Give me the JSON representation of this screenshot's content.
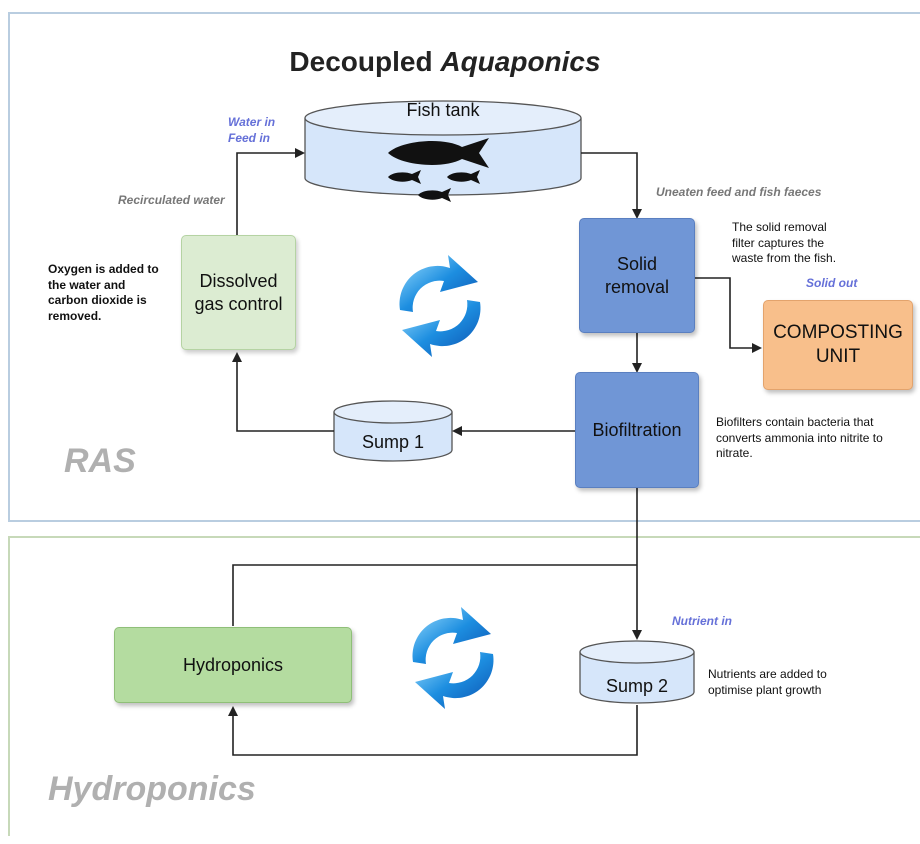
{
  "title": {
    "prefix": "Decoupled ",
    "emphasis": "Aquaponics"
  },
  "sections": {
    "ras": "RAS",
    "hydroponics": "Hydroponics"
  },
  "nodes": {
    "fish_tank": "Fish tank",
    "solid_removal": "Solid\nremoval",
    "biofiltration": "Biofiltration",
    "composting_unit": "COMPOSTING\nUNIT",
    "dissolved_gas": "Dissolved\ngas control",
    "sump1": "Sump 1",
    "hydroponics": "Hydroponics",
    "sump2": "Sump 2"
  },
  "labels": {
    "water_in": "Water in",
    "feed_in": "Feed in",
    "recirculated_water": "Recirculated water",
    "uneaten_feed": "Uneaten feed and fish faeces",
    "solid_out": "Solid out",
    "nutrient_in": "Nutrient in"
  },
  "notes": {
    "oxygen": "Oxygen is added to\nthe water and\ncarbon dioxide is\nremoved.",
    "solid_filter": "The solid removal\nfilter captures the\nwaste from the fish.",
    "biofilters": "Biofilters contain bacteria that\nconverts ammonia into nitrite to\nnitrate.",
    "nutrients": "Nutrients are added to\noptimise plant growth"
  },
  "colors": {
    "blue_box": "#7096d6",
    "green_box": "#b4dca0",
    "light_green_box": "#dcecd2",
    "orange_box": "#f8bf8b",
    "cylinder": "#d6e6fa",
    "accent_label": "#6570d8"
  },
  "icons": {
    "fish": "fish-icon",
    "cycle": "recycle-arrows-icon"
  }
}
